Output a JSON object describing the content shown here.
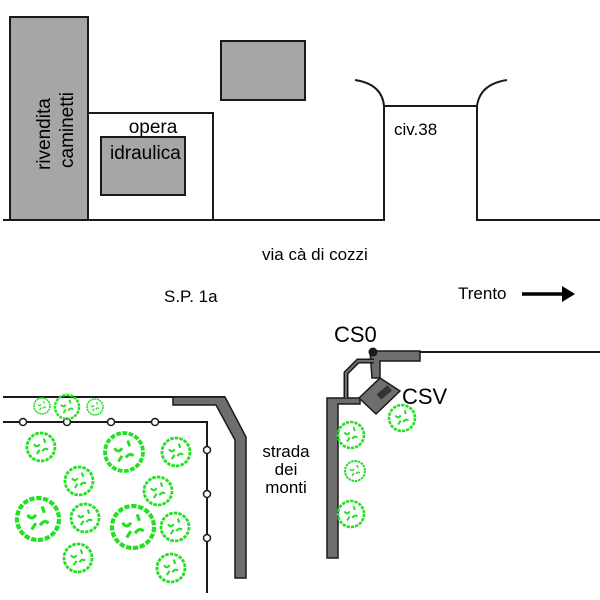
{
  "map": {
    "labels": {
      "rivendita_line1": "rivendita",
      "rivendita_line2": "caminetti",
      "opera_line1": "opera",
      "opera_line2": "idraulica",
      "civico": "civ.38",
      "street": "via cà di cozzi",
      "provincial_road": "S.P. 1a",
      "direction": "Trento",
      "strada_line1": "strada",
      "strada_line2": "dei",
      "strada_line3": "monti",
      "cs0": "CS0",
      "csv": "CSV"
    },
    "colors": {
      "building_fill": "#a6a6a6",
      "structure_fill": "#6e6e6e",
      "tree_green": "#22e022",
      "line": "#1a1a1a"
    },
    "icons": {
      "direction_arrow": "arrow-right-icon",
      "tree": "tree-icon",
      "fence_post": "fence-post-icon",
      "manhole": "manhole-icon"
    }
  }
}
